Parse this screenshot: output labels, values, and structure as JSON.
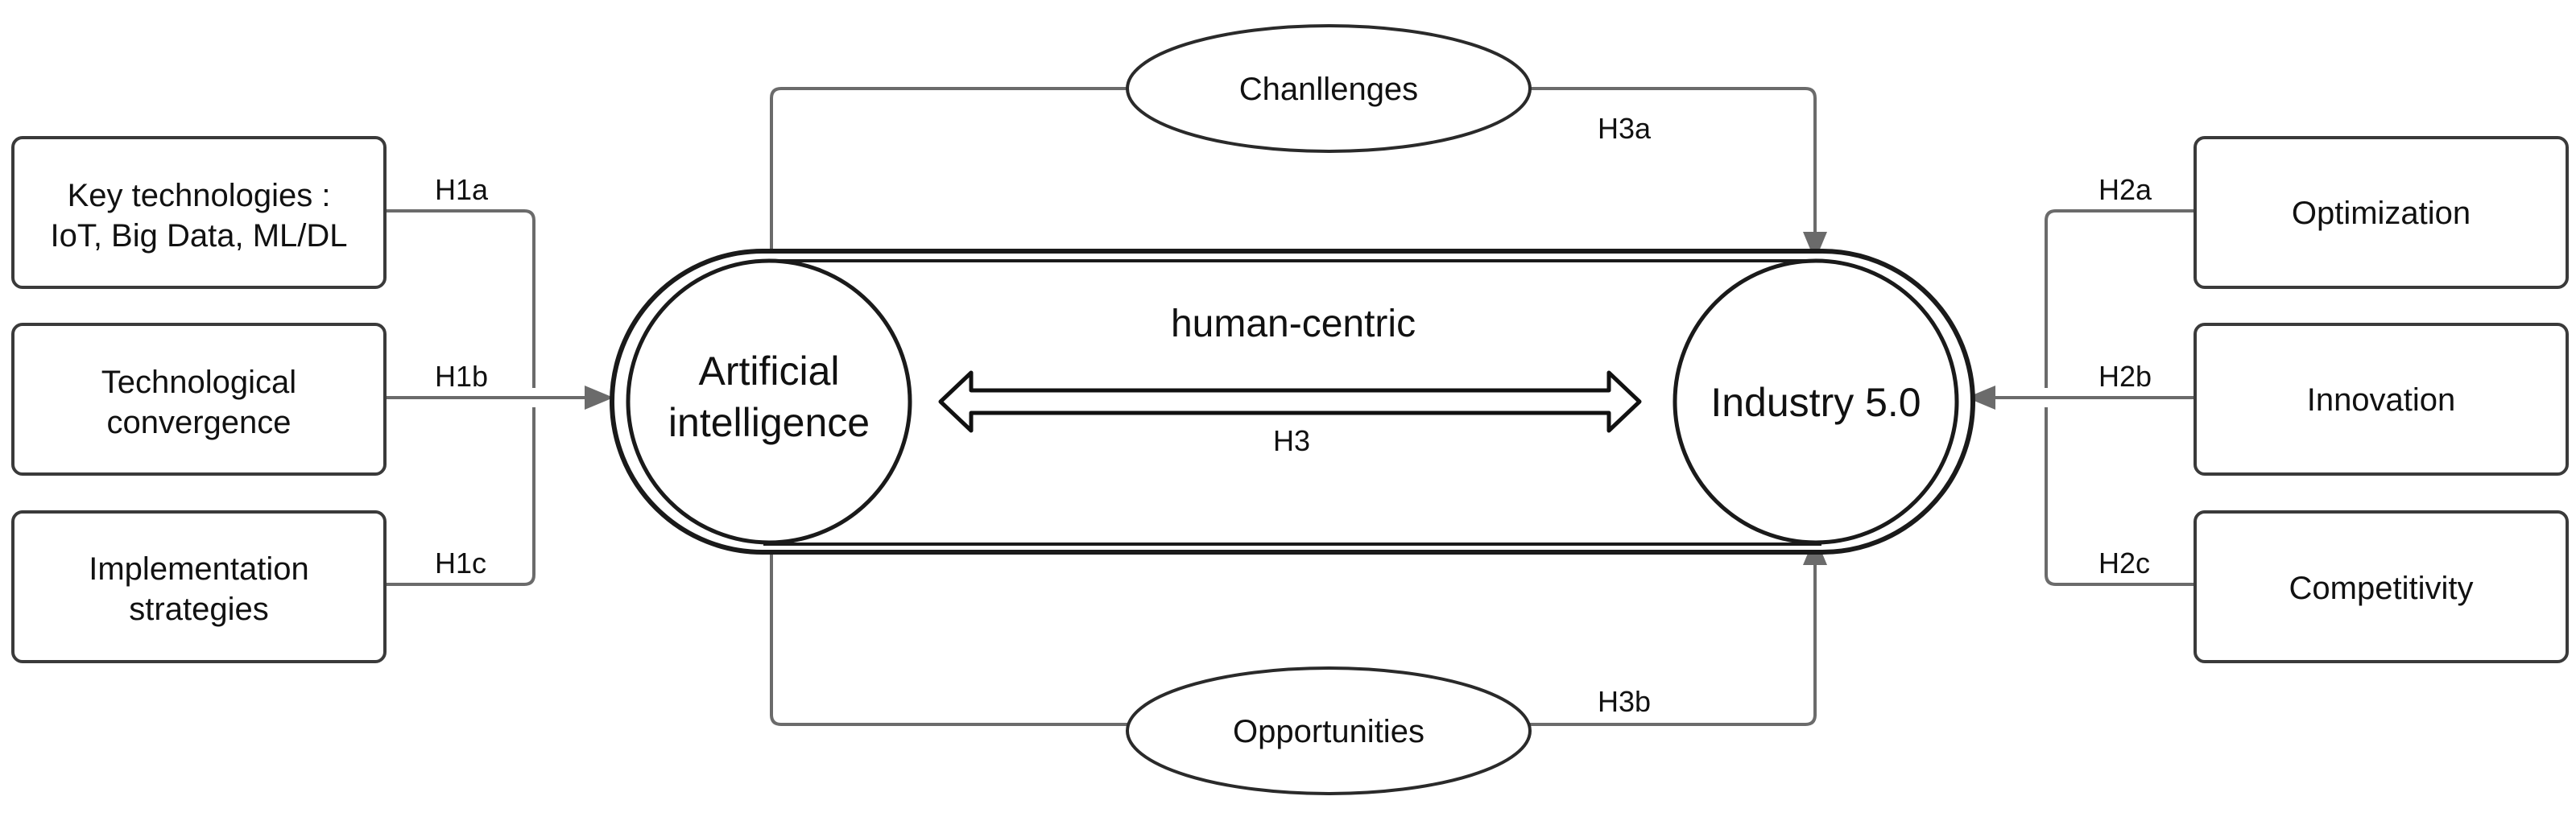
{
  "left_boxes": [
    {
      "lines": [
        "Key technologies :",
        "IoT, Big Data, ML/DL"
      ],
      "edge_label": "H1a"
    },
    {
      "lines": [
        "Technological",
        "convergence"
      ],
      "edge_label": "H1b"
    },
    {
      "lines": [
        "Implementation",
        "strategies"
      ],
      "edge_label": "H1c"
    }
  ],
  "right_boxes": [
    {
      "lines": [
        "Optimization"
      ],
      "edge_label": "H2a"
    },
    {
      "lines": [
        "Innovation"
      ],
      "edge_label": "H2b"
    },
    {
      "lines": [
        "Competitivity"
      ],
      "edge_label": "H2c"
    }
  ],
  "center": {
    "ai_lines": [
      "Artificial",
      "intelligence"
    ],
    "industry_label": "Industry 5.0",
    "band_label": "human-centric",
    "arrow_label": "H3"
  },
  "top_ellipse": {
    "label": "Chanllenges",
    "edge_label": "H3a"
  },
  "bottom_ellipse": {
    "label": "Opportunities",
    "edge_label": "H3b"
  }
}
